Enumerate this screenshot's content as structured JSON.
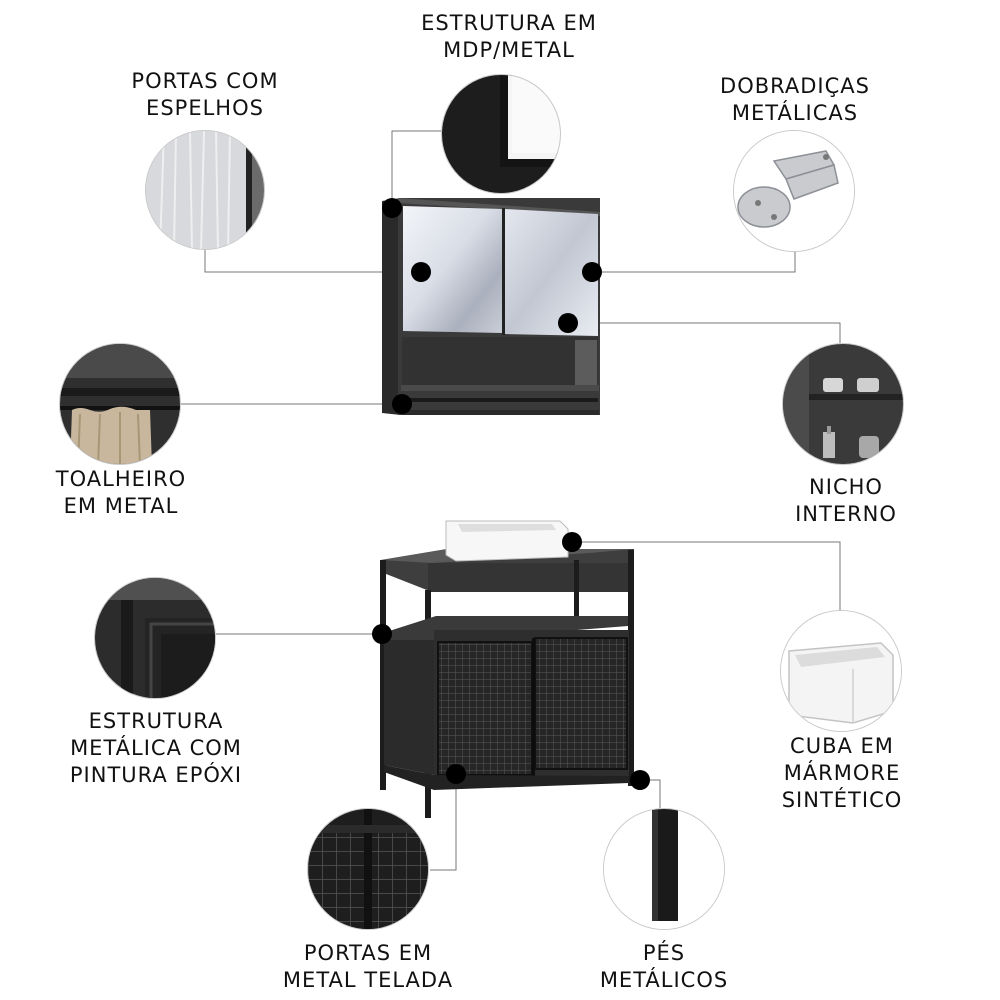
{
  "features": {
    "estrutura_mdp": [
      "ESTRUTURA EM",
      "MDP/METAL"
    ],
    "portas_espelhos": [
      "PORTAS COM",
      "ESPELHOS"
    ],
    "dobradicas": [
      "DOBRADIÇAS",
      "METÁLICAS"
    ],
    "toalheiro": [
      "TOALHEIRO",
      "EM METAL"
    ],
    "nicho": [
      "NICHO",
      "INTERNO"
    ],
    "estrutura_metalica": [
      "ESTRUTURA",
      "METÁLICA COM",
      "PINTURA EPÓXI"
    ],
    "cuba": [
      "CUBA EM",
      "MÁRMORE",
      "SINTÉTICO"
    ],
    "portas_teladas": [
      "PORTAS EM",
      "METAL TELADA"
    ],
    "pes": [
      "PÉS",
      "METÁLICOS"
    ]
  },
  "colors": {
    "frame": "#2b2b2b",
    "mirror_light": "#eef1f6",
    "mirror_dark": "#9aa0ad",
    "leader_line": "#777777",
    "dot": "#000000"
  }
}
